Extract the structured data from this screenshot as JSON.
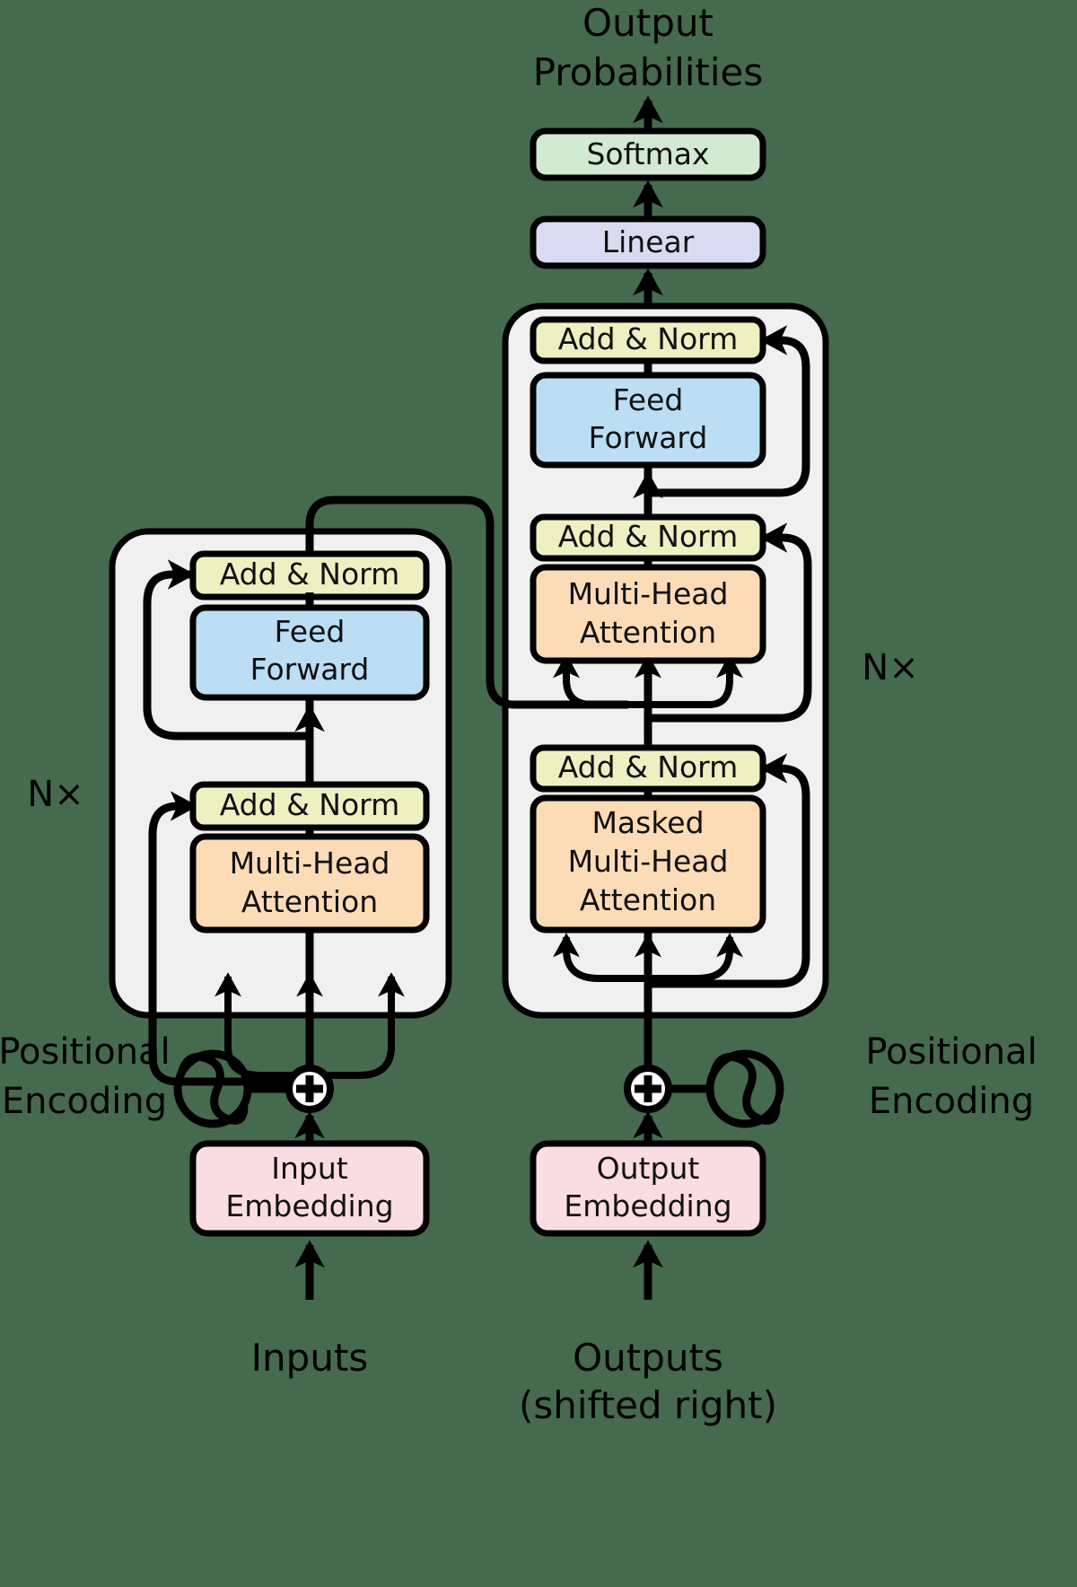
{
  "diagram": {
    "title": "Transformer model architecture",
    "top_label": {
      "line1": "Output",
      "line2": "Probabilities"
    },
    "colors": {
      "background": "#466a4e",
      "stack_fill": "#f0f0f0",
      "add_norm": "#eef0c2",
      "feed_forward": "#bbdef4",
      "attention": "#fbdcb6",
      "embedding": "#fadde2",
      "linear": "#d9dcf0",
      "softmax": "#d2ead2",
      "stroke": "#000000"
    },
    "head_blocks": [
      {
        "id": "softmax",
        "label": "Softmax",
        "color": "#d2ead2"
      },
      {
        "id": "linear",
        "label": "Linear",
        "color": "#d9dcf0"
      }
    ],
    "encoder": {
      "stack_label": "N×",
      "positional_encoding_label": {
        "line1": "Positional",
        "line2": "Encoding"
      },
      "add_symbol": "+",
      "blocks": [
        {
          "id": "enc-add-norm-2",
          "label": "Add & Norm",
          "color": "#eef0c2",
          "lines": [
            "Add & Norm"
          ]
        },
        {
          "id": "enc-feed-forward",
          "label": "Feed Forward",
          "color": "#bbdef4",
          "lines": [
            "Feed",
            "Forward"
          ]
        },
        {
          "id": "enc-add-norm-1",
          "label": "Add & Norm",
          "color": "#eef0c2",
          "lines": [
            "Add & Norm"
          ]
        },
        {
          "id": "enc-multi-head-attention",
          "label": "Multi-Head Attention",
          "color": "#fbdcb6",
          "lines": [
            "Multi-Head",
            "Attention"
          ]
        },
        {
          "id": "input-embedding",
          "label": "Input Embedding",
          "color": "#fadde2",
          "lines": [
            "Input",
            "Embedding"
          ]
        }
      ],
      "bottom_label": "Inputs"
    },
    "decoder": {
      "stack_label": "N×",
      "positional_encoding_label": {
        "line1": "Positional",
        "line2": "Encoding"
      },
      "add_symbol": "+",
      "blocks": [
        {
          "id": "dec-add-norm-3",
          "label": "Add & Norm",
          "color": "#eef0c2",
          "lines": [
            "Add & Norm"
          ]
        },
        {
          "id": "dec-feed-forward",
          "label": "Feed Forward",
          "color": "#bbdef4",
          "lines": [
            "Feed",
            "Forward"
          ]
        },
        {
          "id": "dec-add-norm-2",
          "label": "Add & Norm",
          "color": "#eef0c2",
          "lines": [
            "Add & Norm"
          ]
        },
        {
          "id": "dec-multi-head-attention",
          "label": "Multi-Head Attention",
          "color": "#fbdcb6",
          "lines": [
            "Multi-Head",
            "Attention"
          ]
        },
        {
          "id": "dec-add-norm-1",
          "label": "Add & Norm",
          "color": "#eef0c2",
          "lines": [
            "Add & Norm"
          ]
        },
        {
          "id": "dec-masked-multi-head-attention",
          "label": "Masked Multi-Head Attention",
          "color": "#fbdcb6",
          "lines": [
            "Masked",
            "Multi-Head",
            "Attention"
          ]
        },
        {
          "id": "output-embedding",
          "label": "Output Embedding",
          "color": "#fadde2",
          "lines": [
            "Output",
            "Embedding"
          ]
        }
      ],
      "bottom_label": {
        "line1": "Outputs",
        "line2": "(shifted right)"
      }
    }
  }
}
